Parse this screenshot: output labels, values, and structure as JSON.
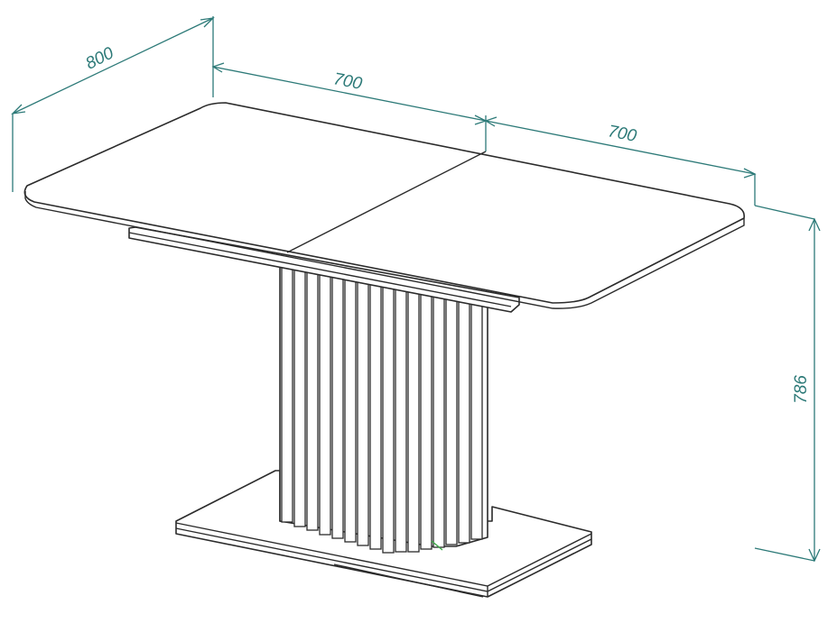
{
  "dimensions": {
    "depth": "800",
    "width_left": "700",
    "width_right": "700",
    "height": "786"
  },
  "colors": {
    "dimension_line": "#2d7a78",
    "outline": "#2b2b2b",
    "accent": "#3aa845"
  }
}
